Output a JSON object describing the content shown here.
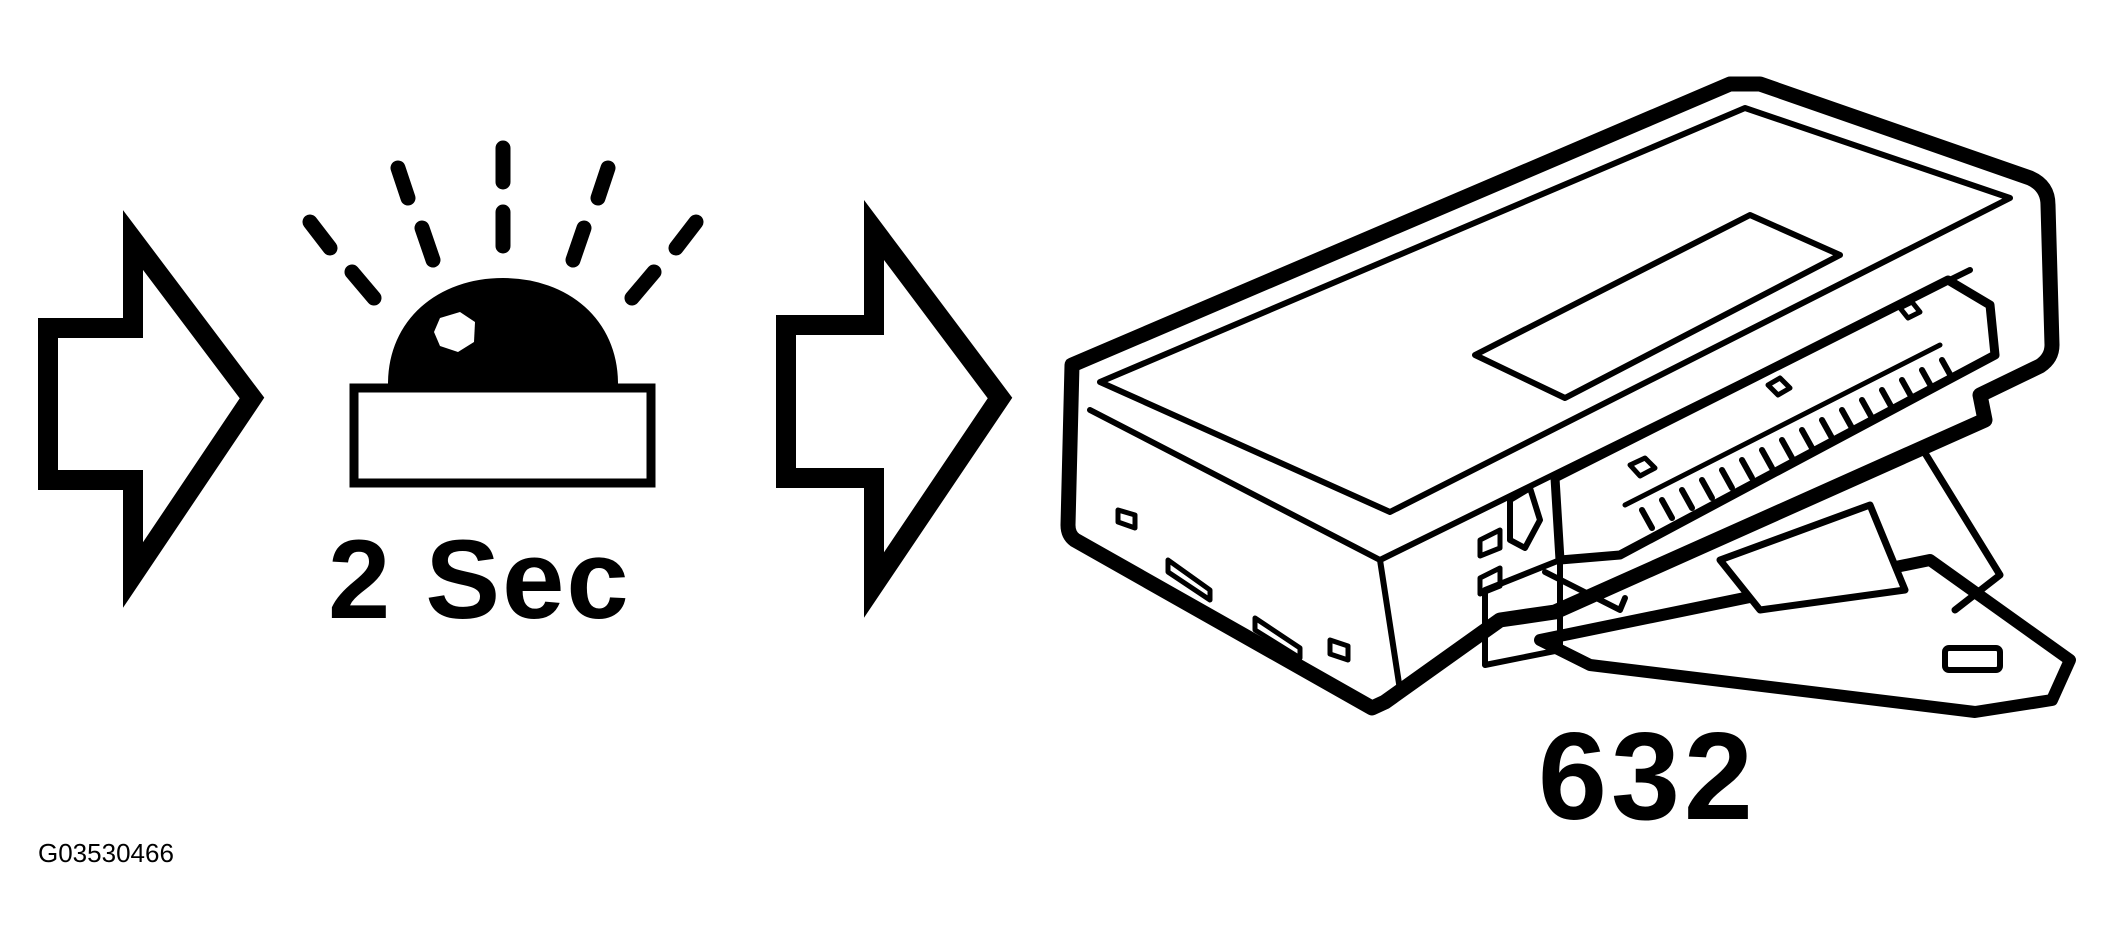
{
  "labels": {
    "duration": "2 Sec",
    "part_number": "632",
    "figure_code": "G03530466"
  },
  "colors": {
    "ink": "#000000",
    "paper": "#ffffff"
  },
  "icons": [
    "right-arrow-icon",
    "flashing-lamp-icon",
    "right-arrow-icon",
    "control-module"
  ]
}
